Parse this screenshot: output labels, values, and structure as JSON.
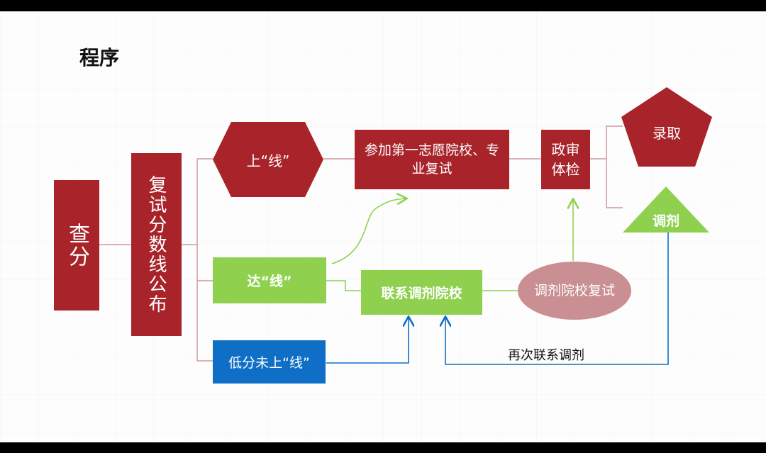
{
  "title": "程序",
  "nodes": {
    "chafen": "查分",
    "fushi_fenshuxian": "复试分数线公布",
    "shang_xian": "上“线”",
    "da_xian": "达“线”",
    "difen": "低分未上“线”",
    "canjia_fushi": "参加第一志愿院校、专业复试",
    "zhengshen": "政审体检",
    "luqu": "录取",
    "lianxi_tiaoji": "联系调剂院校",
    "tiaoji_fushi": "调剂院校复试",
    "tiaoji": "调剂"
  },
  "edge_labels": {
    "zaici": "再次联系调剂"
  },
  "colors": {
    "red": "#a8242a",
    "green": "#8fd14f",
    "blue": "#0f6fc6",
    "pink": "#c98f92"
  }
}
